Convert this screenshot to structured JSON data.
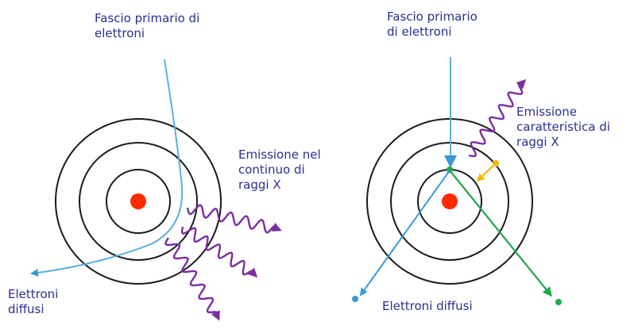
{
  "left_panel": {
    "beam_label": "Fascio primario di\nelettroni",
    "continuum_label": "Emissione nel\ncontinuo di\nraggi X",
    "scattered_label": "Elettroni\ndiffusi"
  },
  "right_panel": {
    "beam_label": "Fascio primario\ndi elettroni",
    "characteristic_label": "Emissione\ncaratteristica di\nraggi X",
    "scattered_label": "Elettroni diffusi"
  },
  "colors": {
    "label_text": "#2b2f8f",
    "orbit": "#1a1a1a",
    "nucleus": "#ff2a00",
    "primary_beam": "#5aaee0",
    "scattered_blue": "#3a9ad9",
    "scattered_green": "#1ea84a",
    "xray_wave": "#7a2ea0",
    "transition": "#f5b800"
  }
}
